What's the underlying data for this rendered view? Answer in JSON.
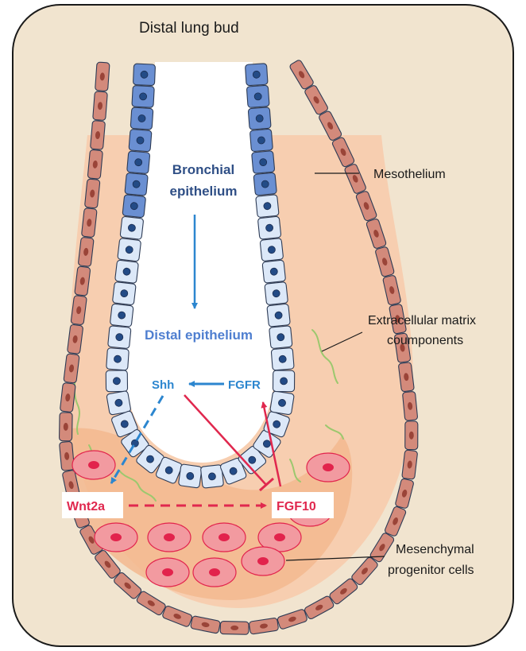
{
  "title": "Distal lung bud",
  "labels": {
    "mesothelium": "Mesothelium",
    "ecm_line1": "Extracellular matrix",
    "ecm_line2": "coumponents",
    "mesenchymal_line1": "Mesenchymal",
    "mesenchymal_line2": "progenitor cells"
  },
  "center": {
    "bronchial_line1": "Bronchial",
    "bronchial_line2": "epithelium",
    "distal": "Distal epithelium"
  },
  "signals": {
    "shh": "Shh",
    "fgfr": "FGFR",
    "wnt2a": "Wnt2a",
    "fgf10": "FGF10"
  },
  "colors": {
    "background": "#f1e4cf",
    "mesothelium_cell": "#d38a7b",
    "mesothelium_nucleus": "#9a4438",
    "mesenchyme": "#f7ceb0",
    "mesenchyme_core": "#f3b98f",
    "bronchial_cell": "#6a8fd2",
    "distal_cell": "#dce8f8",
    "nucleus": "#234b86",
    "ecm_fiber": "#9cc86e",
    "progenitor_cell": "#f29aa0",
    "progenitor_nucleus": "#e2234c",
    "arrow_blue": "#2c86cf",
    "arrow_red": "#e0284e"
  }
}
